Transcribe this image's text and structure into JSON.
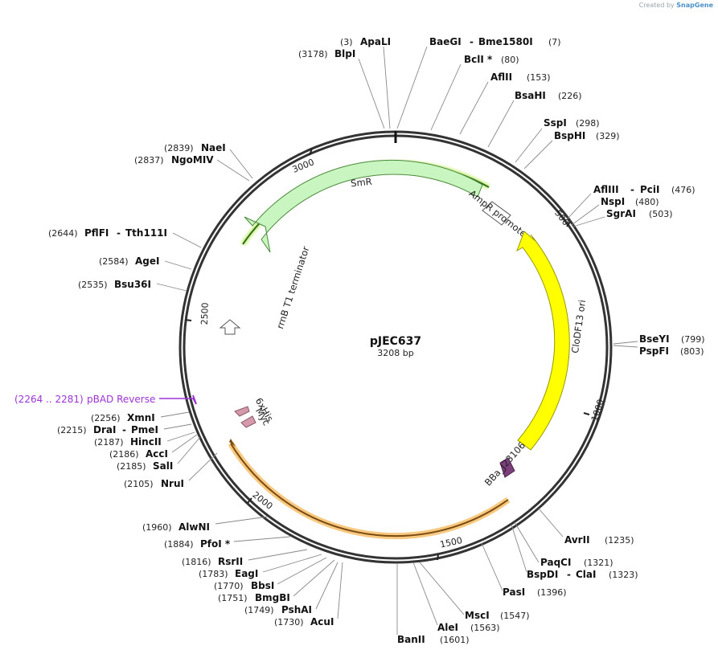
{
  "credit": {
    "prefix": "Created by",
    "brand": "SnapGene"
  },
  "plasmid": {
    "name": "pJEC637",
    "size_label": "3208 bp",
    "length": 3208
  },
  "ruler": [
    "500",
    "1000",
    "1500",
    "2000",
    "2500",
    "3000"
  ],
  "features": [
    {
      "name": "SmR",
      "color": "#c8f5c0",
      "stroke": "#4c8a3c"
    },
    {
      "name": "AmpR promoter",
      "color": "#ffffff",
      "stroke": "#555555"
    },
    {
      "name": "CloDF13 ori",
      "color": "#ffff00",
      "stroke": "#999900"
    },
    {
      "name": "BBa_J23106",
      "color": "#7b3f7b",
      "stroke": "#4a224a"
    },
    {
      "name": "6xHis",
      "color": "#d49aaa",
      "stroke": "#8a5868"
    },
    {
      "name": "Myc",
      "color": "#d49aaa",
      "stroke": "#8a5868"
    },
    {
      "name": "rrnB T1 terminator",
      "color": "#ffffff",
      "stroke": "#555555"
    }
  ],
  "primer": {
    "range": "(2264 .. 2281)",
    "name": "pBAD Reverse",
    "color": "#9b34d6"
  },
  "sites": [
    {
      "pos": "(3)",
      "name": "ApaLI",
      "name2": ""
    },
    {
      "pos": "(3178)",
      "name": "BlpI",
      "name2": ""
    },
    {
      "pos": "(7)",
      "name": "BaeGI",
      "name2": "Bme1580I"
    },
    {
      "pos": "(80)",
      "name": "BclI *",
      "name2": ""
    },
    {
      "pos": "(153)",
      "name": "AflII",
      "name2": ""
    },
    {
      "pos": "(226)",
      "name": "BsaHI",
      "name2": ""
    },
    {
      "pos": "(298)",
      "name": "SspI",
      "name2": ""
    },
    {
      "pos": "(329)",
      "name": "BspHI",
      "name2": ""
    },
    {
      "pos": "(476)",
      "name": "AflIII",
      "name2": "PciI"
    },
    {
      "pos": "(480)",
      "name": "NspI",
      "name2": ""
    },
    {
      "pos": "(503)",
      "name": "SgrAI",
      "name2": ""
    },
    {
      "pos": "(799)",
      "name": "BseYI",
      "name2": ""
    },
    {
      "pos": "(803)",
      "name": "PspFI",
      "name2": ""
    },
    {
      "pos": "(1235)",
      "name": "AvrII",
      "name2": ""
    },
    {
      "pos": "(1321)",
      "name": "PaqCI",
      "name2": ""
    },
    {
      "pos": "(1323)",
      "name": "BspDI",
      "name2": "ClaI"
    },
    {
      "pos": "(1396)",
      "name": "PasI",
      "name2": ""
    },
    {
      "pos": "(1547)",
      "name": "MscI",
      "name2": ""
    },
    {
      "pos": "(1563)",
      "name": "AleI",
      "name2": ""
    },
    {
      "pos": "(1601)",
      "name": "BanII",
      "name2": ""
    },
    {
      "pos": "(1730)",
      "name": "AcuI",
      "name2": ""
    },
    {
      "pos": "(1749)",
      "name": "PshAI",
      "name2": ""
    },
    {
      "pos": "(1751)",
      "name": "BmgBI",
      "name2": ""
    },
    {
      "pos": "(1770)",
      "name": "BbsI",
      "name2": ""
    },
    {
      "pos": "(1783)",
      "name": "EagI",
      "name2": ""
    },
    {
      "pos": "(1816)",
      "name": "RsrII",
      "name2": ""
    },
    {
      "pos": "(1884)",
      "name": "PfoI *",
      "name2": ""
    },
    {
      "pos": "(1960)",
      "name": "AlwNI",
      "name2": ""
    },
    {
      "pos": "(2105)",
      "name": "NruI",
      "name2": ""
    },
    {
      "pos": "(2185)",
      "name": "SalI",
      "name2": ""
    },
    {
      "pos": "(2186)",
      "name": "AccI",
      "name2": ""
    },
    {
      "pos": "(2187)",
      "name": "HincII",
      "name2": ""
    },
    {
      "pos": "(2215)",
      "name": "DraI",
      "name2": "PmeI"
    },
    {
      "pos": "(2256)",
      "name": "XmnI",
      "name2": ""
    },
    {
      "pos": "(2535)",
      "name": "Bsu36I",
      "name2": ""
    },
    {
      "pos": "(2584)",
      "name": "AgeI",
      "name2": ""
    },
    {
      "pos": "(2644)",
      "name": "PflFI",
      "name2": "Tth111I"
    },
    {
      "pos": "(2837)",
      "name": "NgoMIV",
      "name2": ""
    },
    {
      "pos": "(2839)",
      "name": "NaeI",
      "name2": ""
    }
  ]
}
